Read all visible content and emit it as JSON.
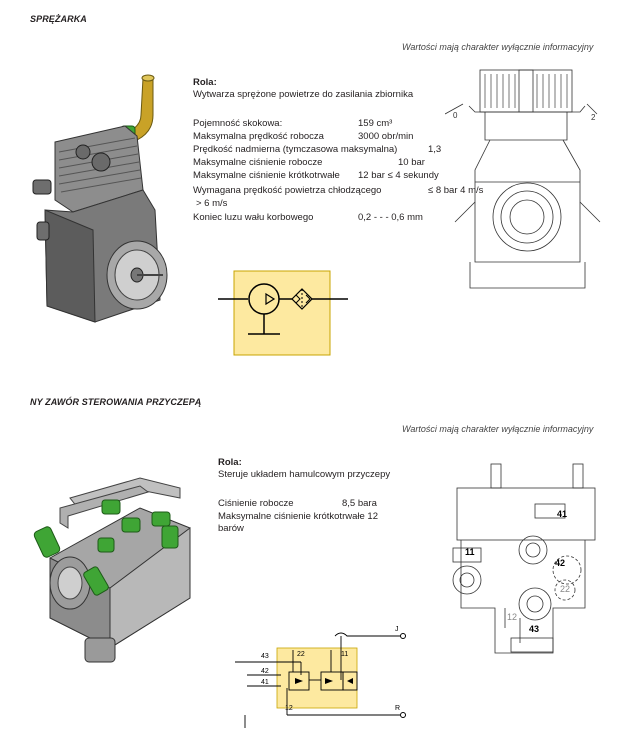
{
  "section1": {
    "heading": "SPRĘŻARKA",
    "disclaimer": "Wartości mają charakter wyłącznie informacyjny",
    "role_title": "Rola:",
    "role_text": "Wytwarza sprężone powietrze do zasilania zbiornika",
    "specs": [
      {
        "label": "Pojemność skokowa:",
        "value": "159 cm³"
      },
      {
        "label": "Maksymalna prędkość robocza",
        "value": "3000 obr/min"
      },
      {
        "label": "Prędkość nadmierna (tymczasowa maksymalna)",
        "value": "1,3"
      },
      {
        "label": "Maksymalne ciśnienie robocze",
        "value": "10 bar"
      },
      {
        "label": "Maksymalne ciśnienie krótkotrwałe",
        "value": "12 bar ≤ 4 sekundy"
      },
      {
        "label": "Wymagana prędkość powietrza chłodzącego",
        "value": "≤ 8 bar 4 m/s"
      },
      {
        "label": "> 6 m/s",
        "value": ""
      },
      {
        "label": "Koniec luzu wału korbowego",
        "value": "0,2 - - - 0,6 mm"
      }
    ],
    "drawing_labels": {
      "left": "0",
      "right": "2"
    }
  },
  "section2": {
    "heading": "NY ZAWÓR STEROWANIA PRZYCZEPĄ",
    "disclaimer": "Wartości mają charakter wyłącznie informacyjny",
    "role_title": "Rola:",
    "role_text": "Steruje układem hamulcowym przyczepy",
    "specs": [
      {
        "label": "Ciśnienie robocze",
        "value": "8,5 bara"
      },
      {
        "label": "Maksymalne ciśnienie krótkotrwałe 12",
        "value": ""
      },
      {
        "label": "barów",
        "value": ""
      }
    ],
    "drawing_labels": {
      "p41": "41",
      "p11": "11",
      "p42": "42",
      "p22": "22",
      "p12": "12",
      "p43": "43"
    },
    "schematic_labels": {
      "p43": "43",
      "p42": "42",
      "p41": "41",
      "p22": "22",
      "p11": "11",
      "p12": "12",
      "J": "J",
      "R": "R"
    }
  },
  "colors": {
    "green": "#3fa535",
    "yellow": "#fde9a0",
    "gray_body": "#9a9a9a"
  }
}
